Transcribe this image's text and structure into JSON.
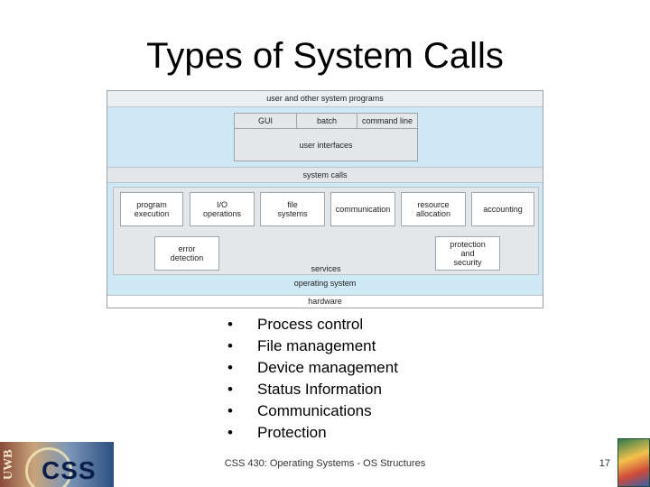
{
  "slide": {
    "title": "Types of System Calls",
    "footer": "CSS 430: Operating Systems - OS Structures",
    "page_number": "17"
  },
  "diagram": {
    "top_band": "user and other system programs",
    "ui_boxes": [
      "GUI",
      "batch",
      "command line"
    ],
    "user_interfaces": "user interfaces",
    "system_calls": "system calls",
    "services_row1": [
      [
        "program",
        "execution"
      ],
      [
        "I/O",
        "operations"
      ],
      [
        "file",
        "systems"
      ],
      [
        "communication"
      ],
      [
        "resource",
        "allocation"
      ],
      [
        "accounting"
      ]
    ],
    "error_detection": [
      "error",
      "detection"
    ],
    "protection_security": [
      "protection",
      "and",
      "security"
    ],
    "services_label": "services",
    "operating_system": "operating system",
    "hardware": "hardware"
  },
  "bullets": {
    "marker": "•",
    "items": [
      "Process control",
      "File management",
      "Device management",
      "Status Information",
      "Communications",
      "Protection"
    ]
  },
  "logos": {
    "left_text_vertical": "UWB",
    "left_text": "CSS"
  },
  "colors": {
    "light_blue": "#cfe8f6",
    "light_grey": "#e4e7ea"
  }
}
